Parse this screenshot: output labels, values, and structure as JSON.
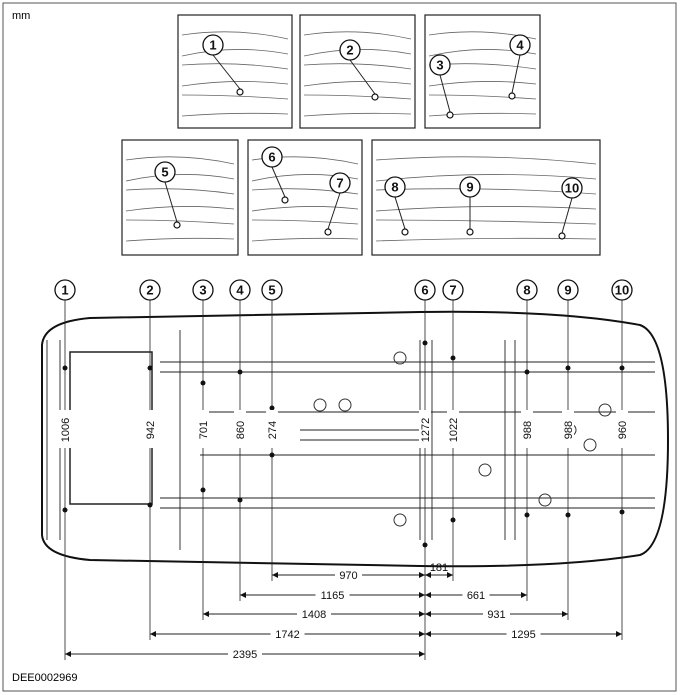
{
  "unit_label": "mm",
  "figure_id": "DEE0002969",
  "insets": [
    {
      "callouts": [
        "1"
      ]
    },
    {
      "callouts": [
        "2"
      ]
    },
    {
      "callouts": [
        "3",
        "4"
      ]
    },
    {
      "callouts": [
        "5"
      ]
    },
    {
      "callouts": [
        "6",
        "7"
      ]
    },
    {
      "callouts": [
        "8",
        "9",
        "10"
      ]
    }
  ],
  "points": [
    {
      "id": "1",
      "width_dim": "1006"
    },
    {
      "id": "2",
      "width_dim": "942"
    },
    {
      "id": "3",
      "width_dim": "701"
    },
    {
      "id": "4",
      "width_dim": "860"
    },
    {
      "id": "5",
      "width_dim": "274"
    },
    {
      "id": "6",
      "width_dim": "1272"
    },
    {
      "id": "7",
      "width_dim": "1022"
    },
    {
      "id": "8",
      "width_dim": "988"
    },
    {
      "id": "9",
      "width_dim": "988"
    },
    {
      "id": "10",
      "width_dim": "960"
    }
  ],
  "length_dims": [
    {
      "from": "5",
      "to": "6",
      "value": "970"
    },
    {
      "from": "6",
      "to": "7",
      "value": "181"
    },
    {
      "from": "4",
      "to": "6",
      "value": "1165"
    },
    {
      "from": "6",
      "to": "8",
      "value": "661"
    },
    {
      "from": "3",
      "to": "6",
      "value": "1408"
    },
    {
      "from": "6",
      "to": "9",
      "value": "931"
    },
    {
      "from": "2",
      "to": "6",
      "value": "1742"
    },
    {
      "from": "6",
      "to": "10",
      "value": "1295"
    },
    {
      "from": "1",
      "to": "6",
      "value": "2395"
    }
  ]
}
